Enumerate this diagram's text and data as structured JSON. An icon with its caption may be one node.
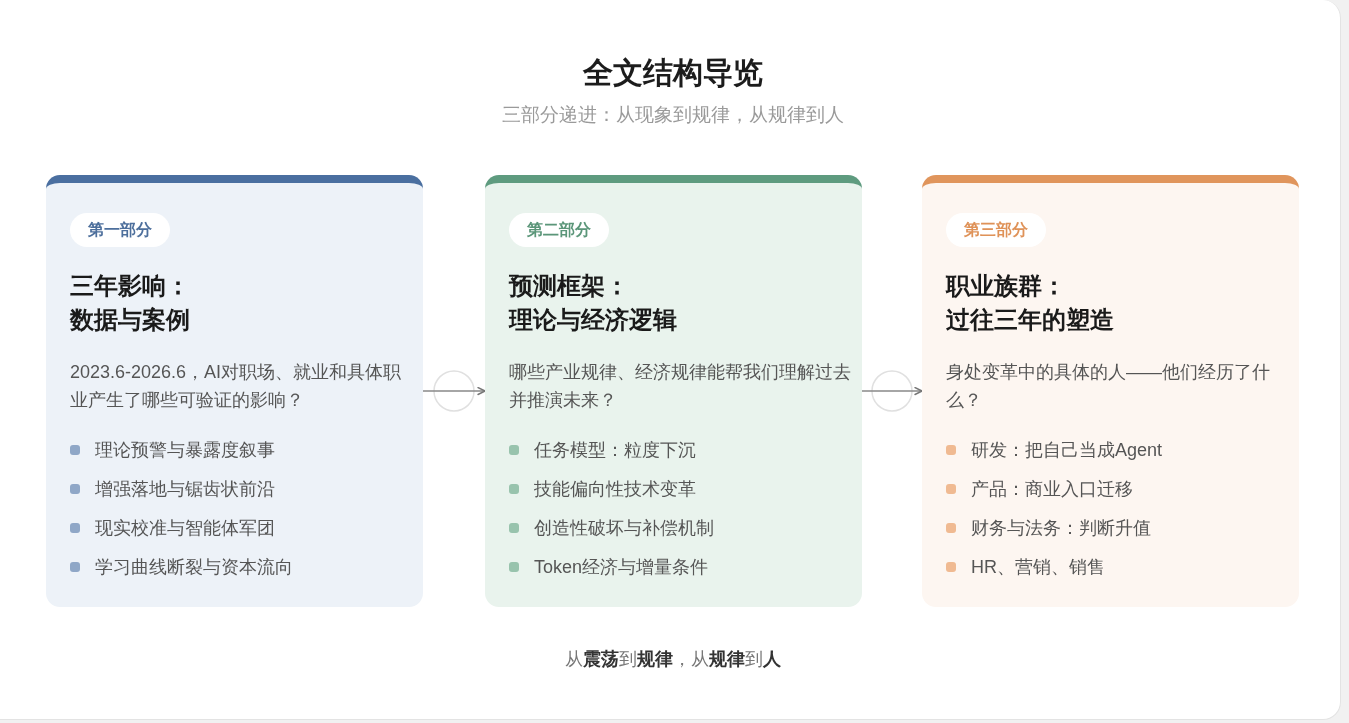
{
  "diagram": {
    "title": "全文结构导览",
    "caption": "从**震荡**到**规律**，从**规律**到**人**",
    "labels": [
      "三部分递进：从现象到规律，从规律到人"
    ],
    "nodes": [
      {
        "text": [
          "三年影响：数据与案例",
          "2023.6-2026.6，AI对职场、就业和具体职业产生了哪些可验证的影响？",
          "理论预警与暴露度叙事",
          "增强落地与锯齿状前沿",
          "现实校准与智能体军团",
          "学习曲线断裂与资本流向"
        ]
      },
      {
        "text": [
          "第一部分"
        ],
        "in": 0
      },
      {
        "text": [
          "预测框架：理论与经济逻辑",
          "哪些产业规律、经济规律能帮我们理解过去并推演未来？",
          "任务模型：粒度下沉",
          "技能偏向性技术变革",
          "创造性破坏与补偿机制",
          "Token经济与增量条件"
        ]
      },
      {
        "text": [
          "第二部分"
        ],
        "in": 2
      },
      {
        "text": [
          "职业族群：过往三年的塑造",
          "身处变革中的具体的人——他们经历了什么？",
          "研发：把自己当成Agent",
          "产品：商业入口迁移",
          "财务与法务：判断升值",
          "HR、营销、销售"
        ]
      },
      {
        "text": [
          "第三部分"
        ],
        "in": 4
      }
    ],
    "edges": [
      {
        "from": 0,
        "to": 2,
        "arrow": "to"
      },
      {
        "from": 2,
        "to": 4,
        "arrow": "to"
      }
    ]
  }
}
